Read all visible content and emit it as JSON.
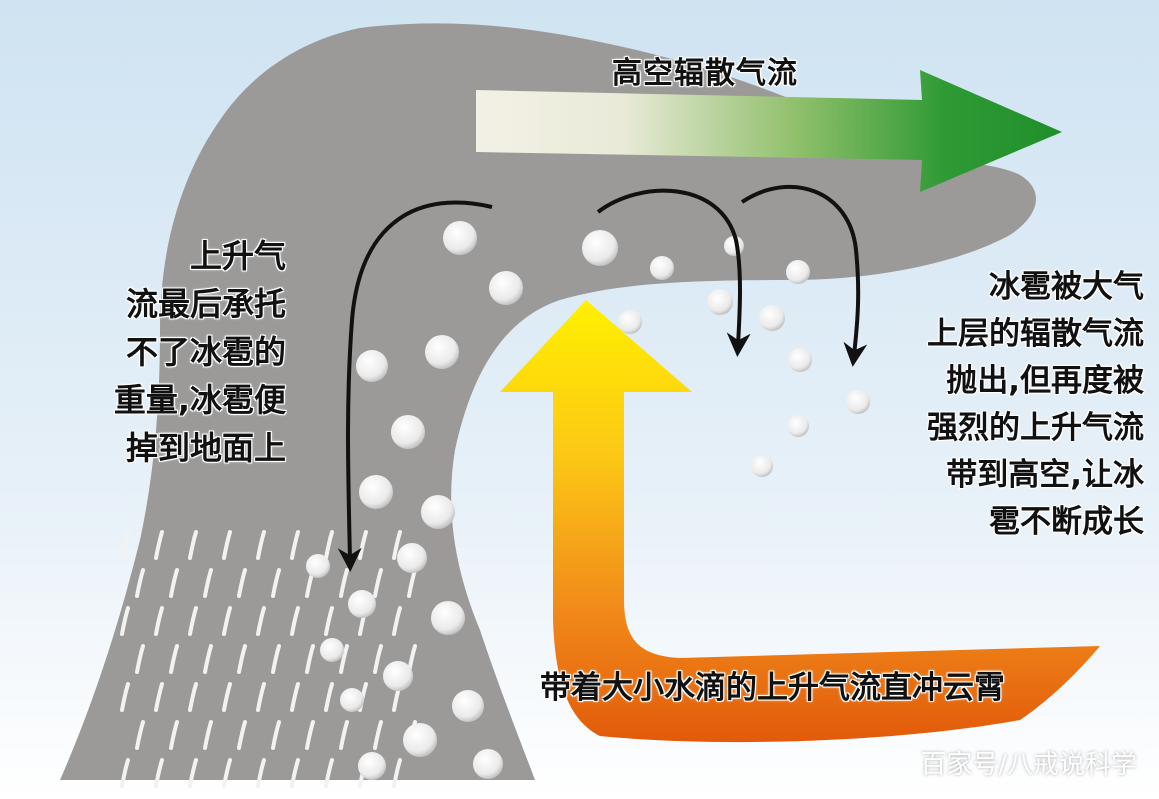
{
  "labels": {
    "top_outflow": "高空辐散气流",
    "left_caption": [
      "上升气",
      "流最后承托",
      "不了冰雹的",
      "重量,冰雹便",
      "掉到地面上"
    ],
    "right_caption": [
      "冰雹被大气",
      "上层的辐散气流",
      "抛出,但再度被",
      "强烈的上升气流",
      "带到高空,让冰",
      "雹不断成长"
    ],
    "bottom_updraft": "带着大小水滴的上升气流直冲云霄"
  },
  "watermark": "百家号/八戒说科学",
  "colors": {
    "cloud": "#9b9a98",
    "sky_top": "#cfe3f2",
    "sky_bottom": "#ffffff",
    "outflow_start": "#f3f1e6",
    "outflow_end": "#1f8f2a",
    "updraft_top": "#fff000",
    "updraft_mid": "#f6a11c",
    "updraft_bottom": "#e25a0a",
    "hail": "#f4f4f4",
    "arrow_line": "#111111"
  }
}
